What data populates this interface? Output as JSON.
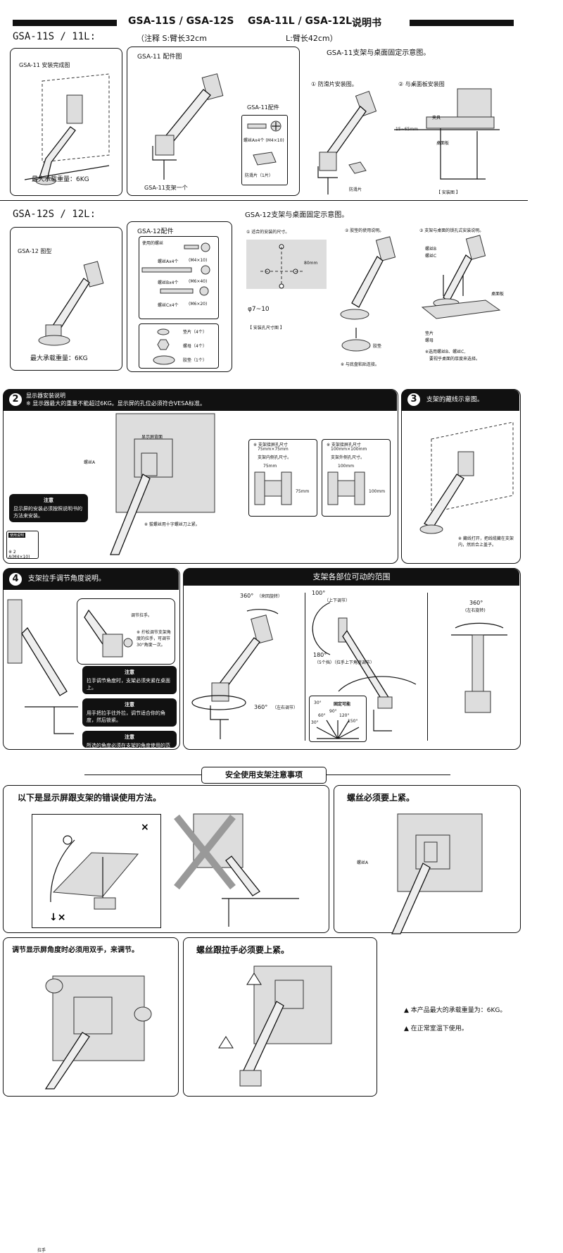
{
  "header": {
    "title_left": "GSA-11S / GSA-12S",
    "title_right": "GSA-11L / GSA-12L",
    "title_suffix": "说明书",
    "note": "（注释 S:臂长32cm",
    "note_l": "L:臂长42cm）"
  },
  "sec11": {
    "model": "GSA-11S / 11L:",
    "install_title": "GSA-11  安装完成图",
    "max_load": "最大承载重量：6KG",
    "parts_title": "GSA-11  配件图",
    "parts_sub": "GSA-11配件",
    "screw_label": "螺丝Ax4个 (M4×10)",
    "pad_label": "防滑片（1片）",
    "arm_label": "GSA-11支架一个",
    "desk_title": "GSA-11支架与桌面固定示意图。",
    "step1": "① 防滑片安装图。",
    "step2": "② 与桌面板安装图",
    "pad_caption": "防滑片",
    "clamp": "夹具",
    "range": "15~65mm",
    "desk": "桌面板",
    "install_caption": "【 安装图 】"
  },
  "sec12": {
    "model": "GSA-12S / 12L:",
    "pic_title": "GSA-12 图型",
    "max_load": "最大承载重量：6KG",
    "parts_title": "GSA-12配件",
    "screws_used": "使用的螺丝",
    "screw_a": "螺丝Ax4个",
    "screw_a_spec": "(M4×10)",
    "screw_b": "螺丝Bx4个",
    "screw_b_spec": "(M6×40)",
    "screw_c": "螺丝Cx4个",
    "screw_c_spec": "(M6×20)",
    "washer": "垫片（4个）",
    "nut": "螺母（4个）",
    "pad": "胶垫（1个）",
    "desk_title": "GSA-12支架与桌面固定示意图。",
    "s1": "① 适合的安装的尺寸。",
    "s2": "② 胶垫的使用说明。",
    "s3": "③ 支架与桌面的锁孔式安装说明。",
    "dim_hole": "φ7~10",
    "dim_80": "80mm",
    "hole_caption": "【 安装孔尺寸图 】",
    "pad_caption": "胶垫",
    "pad_note": "※ 与底盘粘贴连接。",
    "screw_b_lbl": "螺丝B",
    "screw_c_lbl": "螺丝C",
    "desk_lbl": "桌面板",
    "washer_lbl": "垫片",
    "nut_lbl": "螺母",
    "note1": "※选用螺丝B、螺丝C,",
    "note2": "要视乎桌面的厚度来选择。"
  },
  "sec2": {
    "num": "2",
    "title": "显示器安装说明",
    "sub": "※ 显示器最大的重量不能超过6KG。显示屏的孔位必须符合VESA标准。",
    "back": "显示屏背面",
    "screw_a": "螺丝A",
    "warn_title": "注意",
    "warn_body": "显示屏的安装必须按照说明书的方法来安装。",
    "small_title": "使用说明",
    "small_screw": "※ 2 A(M4×10)",
    "tighten": "※ 拔螺丝用十字螺丝刀上紧。",
    "vesa75_t1": "※ 支架接屏孔尺寸",
    "vesa75_t2": "75mm×75mm",
    "vesa75_t3": "支架内侧孔尺寸。",
    "vesa75_w": "75mm",
    "vesa75_h": "75mm",
    "vesa100_t1": "※ 支架接屏孔尺寸",
    "vesa100_t2": "100mm×100mm",
    "vesa100_t3": "支架外侧孔尺寸。",
    "vesa100_w": "100mm",
    "vesa100_h": "100mm"
  },
  "sec3": {
    "num": "3",
    "title": "支架的藏线示意图。",
    "note": "※ 藏线打开，把线缆藏在支架内，然后合上盖子。"
  },
  "sec4": {
    "num": "4",
    "title": "支架拉手调节角度说明。",
    "knob": "调节拉手。",
    "knob_note": "※ 拧松调节支架角度的拉手，可调节30°角度一次。",
    "handle": "拉手",
    "w1_title": "注意",
    "w1_body": "拉手调节角度时，支架必须夹紧在桌面上。",
    "w2_title": "注意",
    "w2_body": "用手把拉手往外拉，调节适合你的角度，然后锁紧。",
    "w3_title": "注意",
    "w3_body": "所选的角度必须在支架的角度使用的范围内。"
  },
  "range": {
    "title": "支架各部位可动的范围",
    "r1": "360°",
    "r1_note": "（来回旋转）",
    "r2": "360°",
    "r2_note": "（左右调节）",
    "r3": "100°",
    "r3_note": "（上下调节）",
    "r4": "180°",
    "r4_note": "（5个挡）（拉手上下角度调节）",
    "fixed": "固定可能",
    "a30": "30°",
    "a60": "60°",
    "a90": "90°",
    "a120": "120°",
    "a150": "150°",
    "a30b": "30°",
    "r5": "360°",
    "r5_note": "(左右旋转)"
  },
  "safety": {
    "title": "安全使用支架注意事项",
    "wrong": "以下是显示屏跟支架的错误使用方法。",
    "tight": "螺丝必须要上紧。",
    "screw_a": "螺丝A",
    "both_hands": "调节显示屏角度时必须用双手，来调节。",
    "screw_handle": "螺丝跟拉手必须要上紧。",
    "n1": "▲ 本产品最大的承载重量为：6KG。",
    "n2": "▲ 在正常室温下使用。"
  }
}
